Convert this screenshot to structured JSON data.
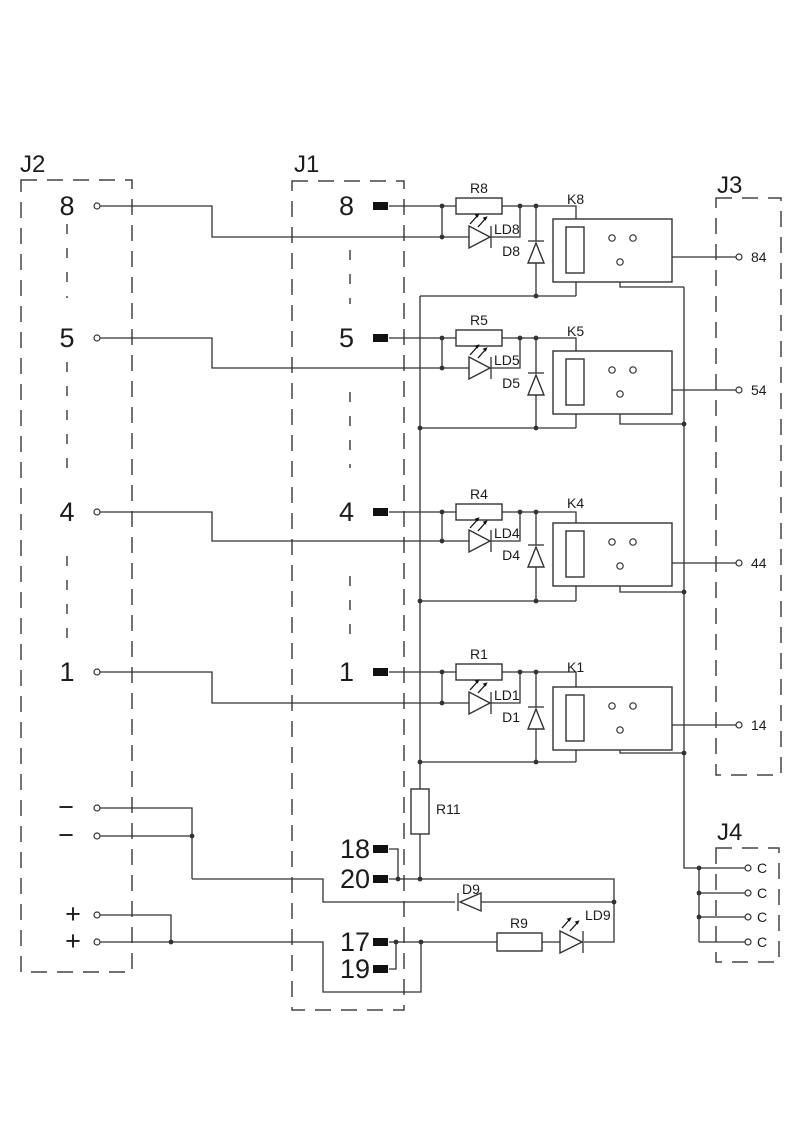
{
  "colors": {
    "background": "#ffffff",
    "wire": "#333333",
    "text": "#1c1c1c",
    "dashed_border": "#454545"
  },
  "connectors": {
    "j2": {
      "label": "J2",
      "pins": [
        "8",
        "5",
        "4",
        "1",
        "−",
        "−",
        "+",
        "+"
      ]
    },
    "j1": {
      "label": "J1",
      "pins": [
        "8",
        "5",
        "4",
        "1",
        "18",
        "20",
        "17",
        "19"
      ]
    },
    "j3": {
      "label": "J3",
      "pins": [
        "84",
        "54",
        "44",
        "14"
      ]
    },
    "j4": {
      "label": "J4",
      "pins": [
        "C",
        "C",
        "C",
        "C"
      ]
    }
  },
  "components": {
    "relays": [
      "K8",
      "K5",
      "K4",
      "K1"
    ],
    "resistors": [
      "R8",
      "R5",
      "R4",
      "R1",
      "R11",
      "R9"
    ],
    "leds": [
      "LD8",
      "LD5",
      "LD4",
      "LD1",
      "LD9"
    ],
    "diodes": [
      "D8",
      "D5",
      "D4",
      "D1",
      "D9"
    ]
  }
}
